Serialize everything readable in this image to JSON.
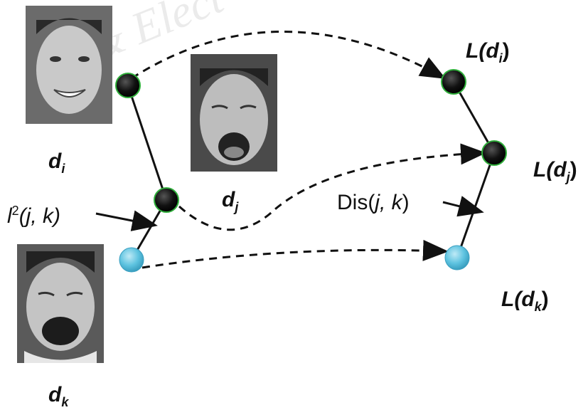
{
  "watermark": "& Elect",
  "faces": [
    {
      "id": "d_i",
      "label_main": "d",
      "label_sub": "i"
    },
    {
      "id": "d_j",
      "label_main": "d",
      "label_sub": "j"
    },
    {
      "id": "d_k",
      "label_main": "d",
      "label_sub": "k"
    }
  ],
  "mapped_labels": [
    {
      "prefix": "L(",
      "main": "d",
      "sub": "i",
      "suffix": ")"
    },
    {
      "prefix": "L(",
      "main": "d",
      "sub": "j",
      "suffix": ")"
    },
    {
      "prefix": "L(",
      "main": "d",
      "sub": "k",
      "suffix": ")"
    }
  ],
  "annotations": {
    "left_metric": {
      "pre": "l",
      "sup": "2",
      "args": "(j, k)"
    },
    "right_metric": {
      "pre": "Dis(",
      "args": "j, k",
      "post": ")"
    }
  },
  "colors": {
    "node_dark": "#1a1a1a",
    "node_rim_green": "#2fae3a",
    "node_blue": "#5ec3e0",
    "line": "#111111"
  }
}
